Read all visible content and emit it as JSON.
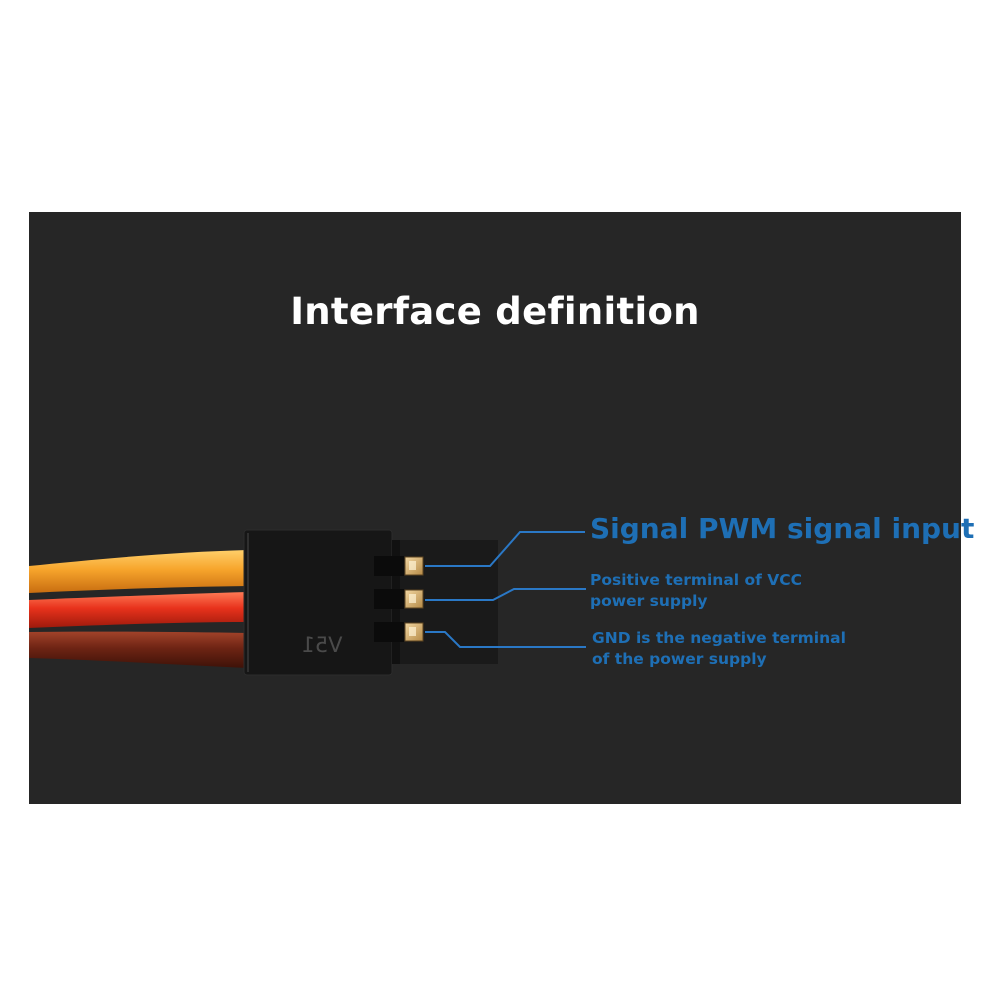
{
  "title": "Interface definition",
  "pins": [
    {
      "line1": "Signal PWM signal input",
      "line2": "",
      "wire_color": "#f5a12a"
    },
    {
      "line1": "Positive terminal of VCC",
      "line2": "power supply",
      "wire_color": "#e8321c"
    },
    {
      "line1": "GND is the negative terminal",
      "line2": "of the power supply",
      "wire_color": "#6e2414"
    }
  ],
  "connector_marking": "V51",
  "colors": {
    "panel": "#262626",
    "label": "#1e6fb5",
    "connector": "#161616"
  }
}
